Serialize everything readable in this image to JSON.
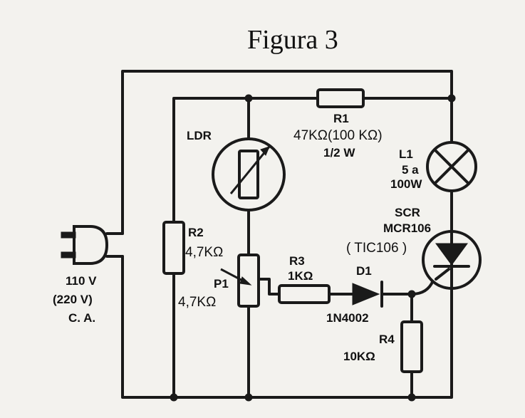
{
  "title": "Figura 3",
  "components": {
    "ldr": {
      "label": "LDR"
    },
    "r1": {
      "label": "R1",
      "value": "47KΩ(100 KΩ)",
      "power": "1/2 W"
    },
    "l1": {
      "label": "L1",
      "spec1": "5 a",
      "spec2": "100W"
    },
    "scr": {
      "label": "SCR",
      "part": "MCR106",
      "alt": "( TIC106 )"
    },
    "r2": {
      "label": "R2",
      "value": "4,7KΩ"
    },
    "p1": {
      "label": "P1",
      "value": "4,7KΩ"
    },
    "r3": {
      "label": "R3",
      "value": "1KΩ"
    },
    "d1": {
      "label": "D1",
      "part": "1N4002"
    },
    "r4": {
      "label": "R4",
      "value": "10KΩ"
    },
    "supply": {
      "voltage": "110 V",
      "alt": "(220 V)",
      "type": "C. A."
    }
  },
  "colors": {
    "ink": "#1a1a1a",
    "paper": "#f3f2ee"
  }
}
